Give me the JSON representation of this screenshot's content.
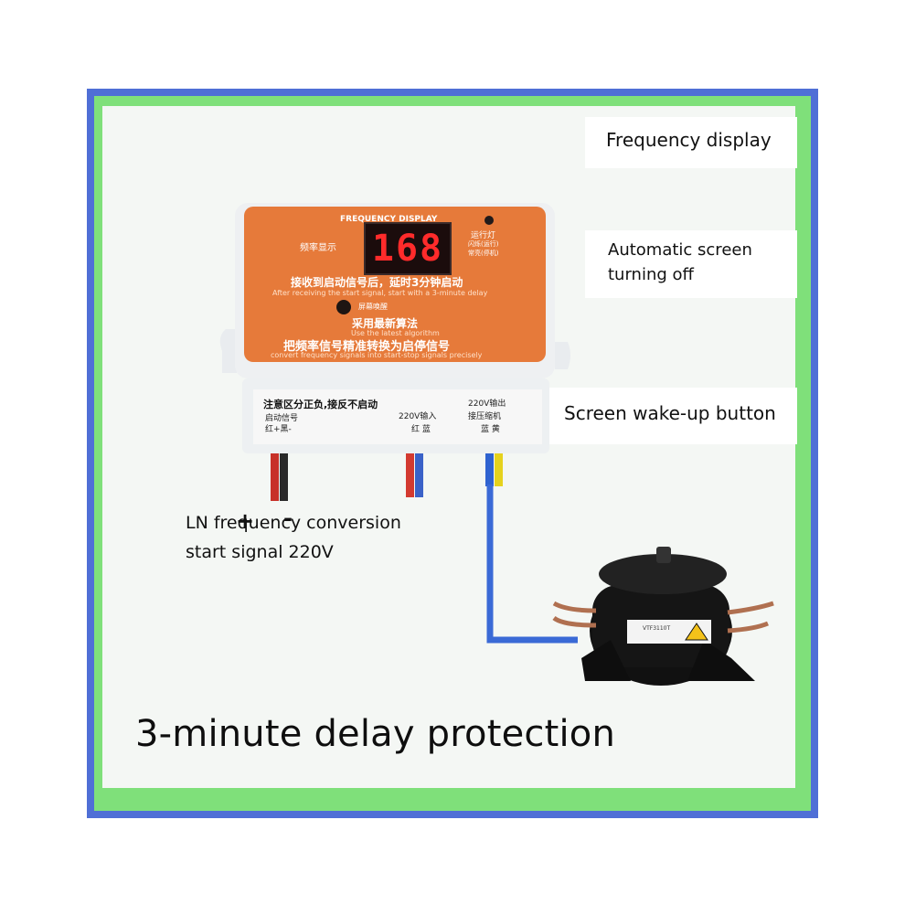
{
  "callouts": {
    "frequency_display": "Frequency display",
    "auto_screen_off_line1": "Automatic screen",
    "auto_screen_off_line2": "turning off",
    "wake_button": "Screen wake-up button",
    "ln_line1": "LN frequency conversion",
    "ln_line2": "start signal 220V"
  },
  "headline": "3-minute delay protection",
  "device": {
    "panel_title": "FREQUENCY DISPLAY",
    "freq_label_cn": "频率显示",
    "display_value": "168",
    "run_light_cn": "运行灯",
    "run_light_sub1": "闪烁(运行)",
    "run_light_sub2": "常亮(停机)",
    "delay_cn": "接收到启动信号后，延时3分钟启动",
    "delay_en": "After receiving the start signal, start with a 3-minute delay",
    "wake_cn": "屏幕唤醒",
    "algo_cn": "采用最新算法",
    "algo_en": "Use the latest algorithm",
    "convert_cn": "把频率信号精准转换为启停信号",
    "convert_en": "convert frequency signals into start-stop signals precisely",
    "warn_cn": "注意区分正负,接反不启动",
    "out_220_cn": "220V输出",
    "in_220_cn": "220V输入",
    "compressor_cn": "接压缩机",
    "start_sig_cn": "启动信号",
    "red_black_cn": "红+黑-",
    "red_blue_cn": "红 蓝",
    "blue_yellow_cn": "蓝 黄",
    "plus_sign": "+",
    "minus_sign": "-",
    "compressor_sticker": "VTF3110T"
  },
  "colors": {
    "outer_border": "#4f6fd6",
    "inner_border": "#7fe07a",
    "panel_orange": "#e67a3a",
    "display_red": "#ff2b2b"
  }
}
